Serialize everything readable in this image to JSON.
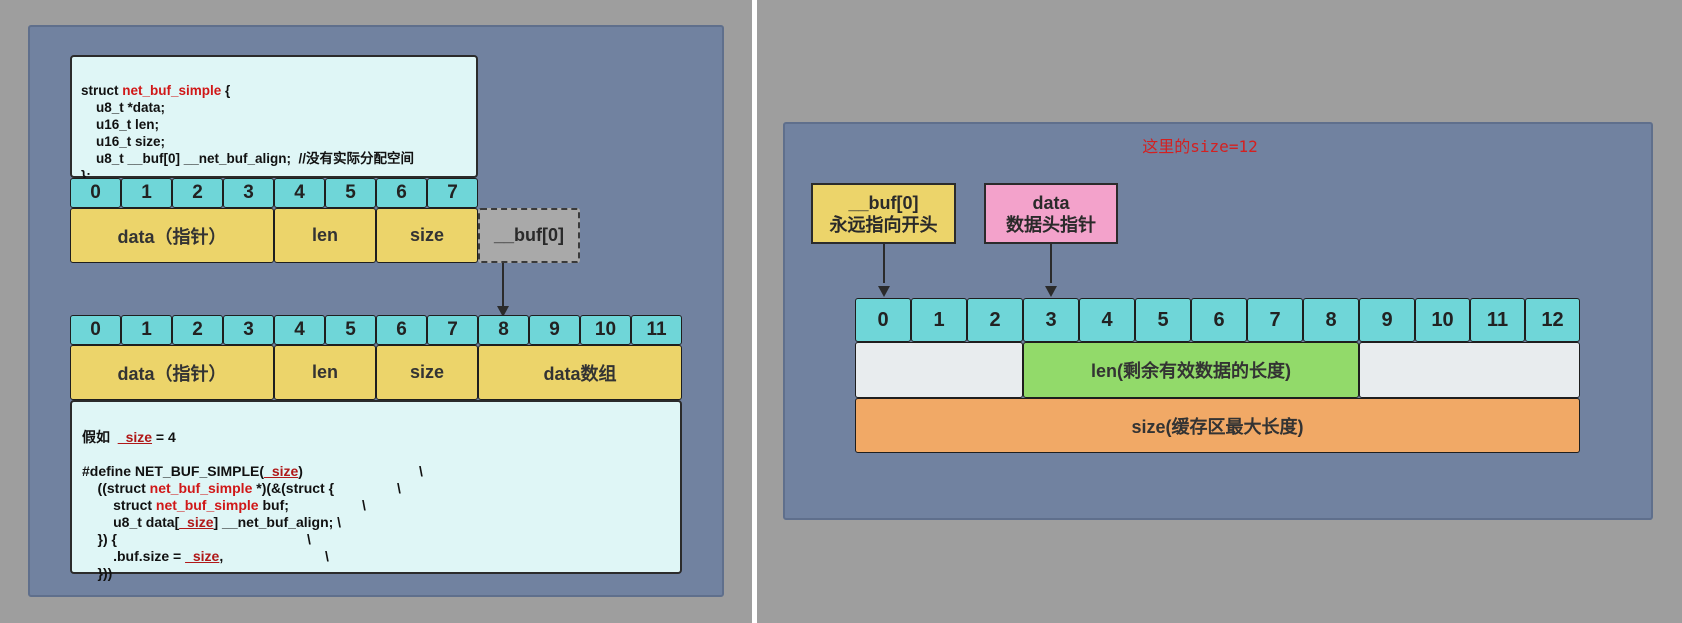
{
  "left": {
    "struct_code": [
      {
        "a": "struct ",
        "kw": "net_buf_simple",
        "b": " {"
      },
      {
        "a": "    u8_t *data;"
      },
      {
        "a": "    u16_t len;"
      },
      {
        "a": "    u16_t size;"
      },
      {
        "a": "    u8_t __buf[0] __net_buf_align;  //没有实际分配空间"
      },
      {
        "a": "};"
      }
    ],
    "top_indices": [
      "0",
      "1",
      "2",
      "3",
      "4",
      "5",
      "6",
      "7"
    ],
    "top_fields": {
      "data": "data（指针）",
      "len": "len",
      "size": "size",
      "buf": "__buf[0]"
    },
    "bottom_indices": [
      "0",
      "1",
      "2",
      "3",
      "4",
      "5",
      "6",
      "7",
      "8",
      "9",
      "10",
      "11"
    ],
    "bottom_fields": {
      "data": "data（指针）",
      "len": "len",
      "size": "size",
      "array": "data数组"
    },
    "macro": {
      "l1a": "假如  ",
      "l1u": "_size",
      "l1b": " = 4",
      "l3a": "#define NET_BUF_SIMPLE(",
      "l3u": "_size",
      "l3b": ")",
      "l3c": "\\",
      "l4a": "    ((struct ",
      "l4k": "net_buf_simple",
      "l4b": " *)(&(struct {",
      "l4c": "\\",
      "l5a": "        struct ",
      "l5k": "net_buf_simple",
      "l5b": " buf;",
      "l5c": "\\",
      "l6a": "        u8_t data[",
      "l6u": "_size",
      "l6b": "] __net_buf_align; \\",
      "l7a": "    }) {",
      "l7c": "\\",
      "l8a": "        .buf.size = ",
      "l8u": "_size",
      "l8b": ",",
      "l8c": "\\",
      "l9a": "    }))"
    }
  },
  "right": {
    "note": "这里的size=12",
    "buf_label": {
      "line1": "__buf[0]",
      "line2": "永远指向开头"
    },
    "data_label": {
      "line1": "data",
      "line2": "数据头指针"
    },
    "indices": [
      "0",
      "1",
      "2",
      "3",
      "4",
      "5",
      "6",
      "7",
      "8",
      "9",
      "10",
      "11",
      "12"
    ],
    "len_bar": "len(剩余有效数据的长度)",
    "size_bar": "size(缓存区最大长度)"
  },
  "colors": {
    "cell": "#6fd6d8",
    "field": "#ecd46a",
    "code_bg": "#dff6f6",
    "slate": "#7182a0",
    "data_pink": "#f3a2cb",
    "len_green": "#92da6a",
    "size_orange": "#f1a966",
    "empty": "#e8ecee"
  }
}
